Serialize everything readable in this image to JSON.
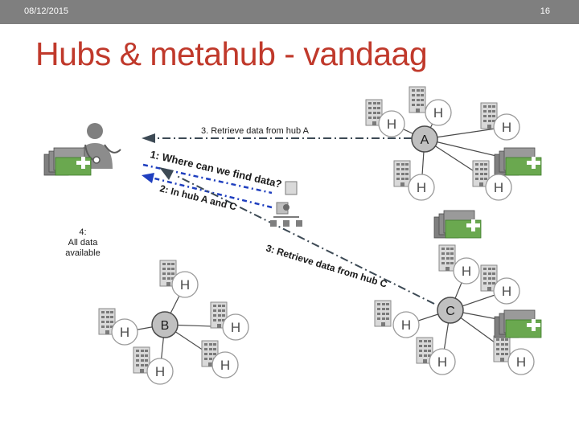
{
  "header": {
    "date": "08/12/2015",
    "page_number": "16"
  },
  "slide": {
    "title": "Hubs & metahub - vandaag"
  },
  "diagram": {
    "step1_label": "1: Where can we find data?",
    "step2_label": "2: In hub A and C",
    "step3_label": "3. Retrieve data from hub A",
    "step3c_label": "3: Retrieve data from hub C",
    "step4_label_line1": "4:",
    "step4_label_line2": "All data",
    "step4_label_line3": "available",
    "hub_a_label": "A",
    "hub_b_label": "B",
    "hub_c_label": "C",
    "node_label": "H",
    "colors": {
      "title": "#c0392b",
      "topbar": "#7f7f7f",
      "hub_fill": "#c0c0c0",
      "folder_green": "#6aa84f",
      "arrow_dark": "#3d4a55",
      "arrow_blue": "#1f3fbf"
    }
  }
}
